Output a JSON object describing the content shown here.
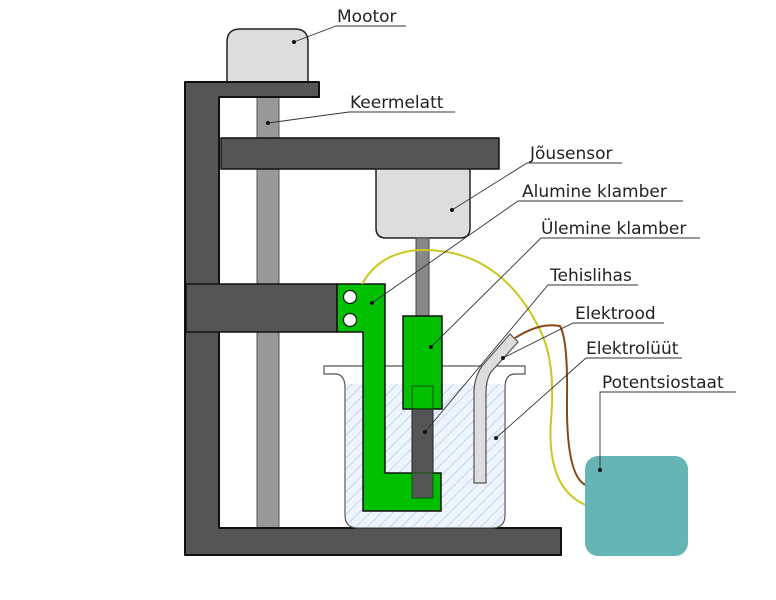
{
  "diagram": {
    "title": "Artificial muscle test setup",
    "language": "et",
    "colors": {
      "frame": "#555555",
      "rod": "#999999",
      "motor": "#dddddd",
      "sensor": "#dddddd",
      "clamp": "#00c000",
      "muscle": "#555555",
      "electrode": "#dddddd",
      "electrolyte_hatch": "#a8c8ee",
      "electrolyte_fill": "#eef4fb",
      "wire_yellow": "#c8c820",
      "wire_brown": "#8b4513",
      "potentiostat": "#66b5b5",
      "leader_line": "#333333"
    },
    "labels": {
      "motor": "Mootor",
      "lead_screw": "Keermelatt",
      "force_sensor": "Jõusensor",
      "lower_clamp": "Alumine klamber",
      "upper_clamp": "Ülemine klamber",
      "artificial_muscle": "Tehislihas",
      "electrode": "Elektrood",
      "electrolyte": "Elektrolüüt",
      "potentiostat": "Potentsiostaat"
    }
  }
}
